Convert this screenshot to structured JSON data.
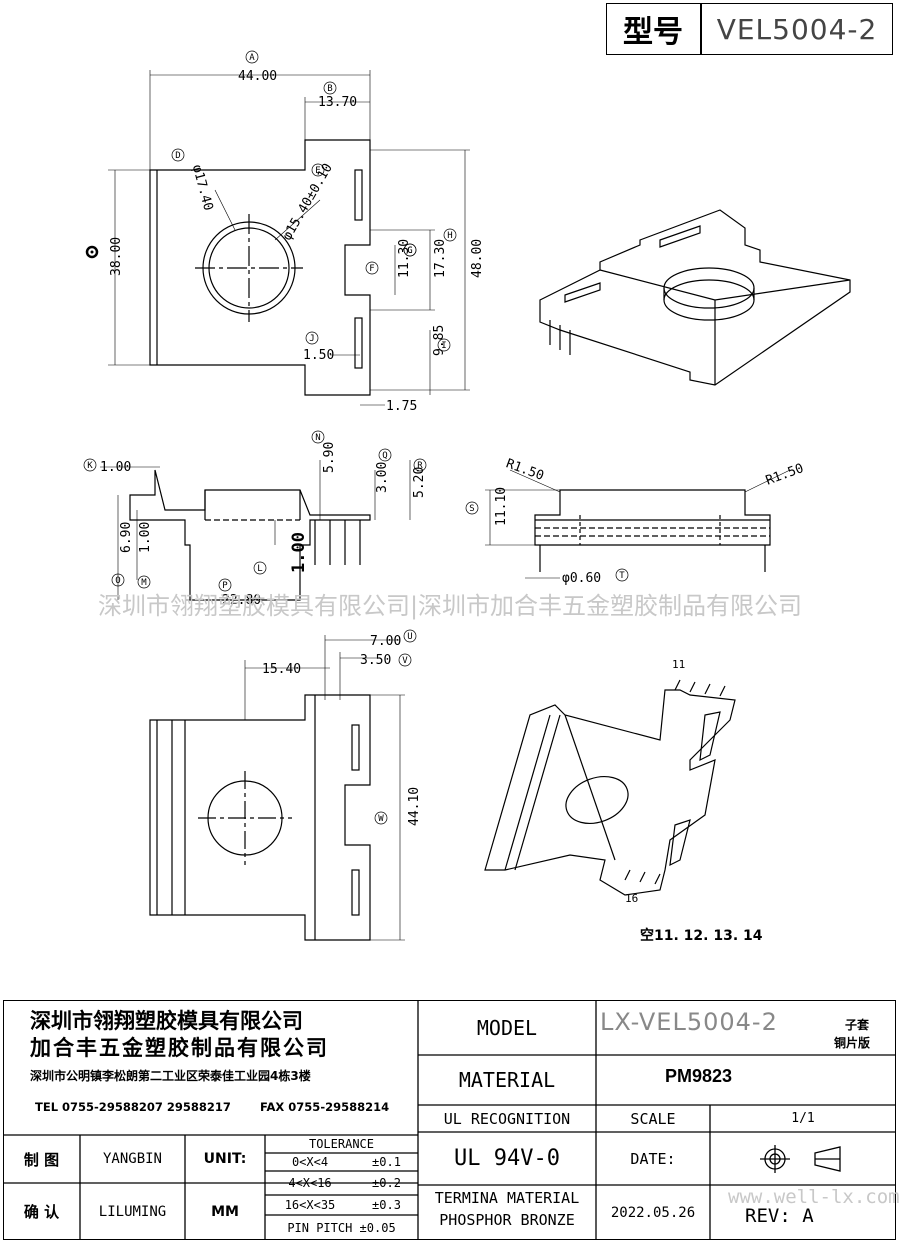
{
  "header": {
    "model_label": "型号",
    "model_value": "VEL5004-2"
  },
  "drawing": {
    "top_view": {
      "dim_a": "44.00",
      "dim_b": "13.70",
      "dim_d": "φ17.40",
      "dim_e": "φ15.40±0.10",
      "dim_c": "38.00",
      "dim_f": "11.30",
      "dim_g": "17.30",
      "dim_h": "48.00",
      "dim_j": "1.50",
      "dim_i": "9.85",
      "dim_175": "1.75"
    },
    "side_view": {
      "dim_k": "1.00",
      "dim_n": "5.90",
      "dim_q": "3.00",
      "dim_r": "5.20",
      "dim_o": "6.90",
      "dim_m": "1.00",
      "dim_p": "22.80",
      "dim_l": "1.00"
    },
    "end_view": {
      "r_left": "R1.50",
      "r_right": "R1.50",
      "dim_s": "11.10",
      "dim_t": "φ0.60"
    },
    "bottom_view": {
      "dim_u": "7.00",
      "dim_v": "3.50",
      "dim_1540": "15.40",
      "dim_w": "44.10"
    },
    "iso_view": {
      "pin_top": "11",
      "pin_bottom": "16",
      "note": "空11. 12. 13. 14"
    },
    "watermark": "深圳市翎翔塑胶模具有限公司|深圳市加合丰五金塑胶制品有限公司",
    "balloons": [
      "A",
      "B",
      "C",
      "D",
      "E",
      "F",
      "G",
      "H",
      "I",
      "J",
      "K",
      "L",
      "M",
      "N",
      "O",
      "P",
      "Q",
      "R",
      "S",
      "T",
      "U",
      "V",
      "W"
    ]
  },
  "title_block": {
    "company1": "深圳市翎翔塑胶模具有限公司",
    "company2": "加合丰五金塑胶制品有限公司",
    "address": "深圳市公明镇李松朗第二工业区荣泰佳工业园4栋3楼",
    "tel": "TEL 0755-29588207 29588217",
    "fax": "FAX 0755-29588214",
    "drawn_label": "制 图",
    "drawn_by": "YANGBIN",
    "checked_label": "确 认",
    "checked_by": "LILUMING",
    "unit_label": "UNIT:",
    "unit_value": "MM",
    "tolerance_title": "TOLERANCE",
    "tolerances": [
      {
        "range": "0<X<4",
        "value": "±0.1"
      },
      {
        "range": "4<X<16",
        "value": "±0.2"
      },
      {
        "range": "16<X<35",
        "value": "±0.3"
      }
    ],
    "pin_pitch": "PIN PITCH ±0.05",
    "model_label": "MODEL",
    "model_value": "LX-VEL5004-2",
    "model_note1": "子套",
    "model_note2": "铜片版",
    "material_label": "MATERIAL",
    "material_value": "PM9823",
    "ul_label": "UL RECOGNITION",
    "ul_value": "UL 94V-0",
    "scale_label": "SCALE",
    "scale_value": "1/1",
    "date_label": "DATE:",
    "date_value": "2022.05.26",
    "termina_label1": "TERMINA MATERIAL",
    "termina_label2": "PHOSPHOR BRONZE",
    "rev_label": "REV: A",
    "web_watermark": "www.well-lx.com"
  }
}
